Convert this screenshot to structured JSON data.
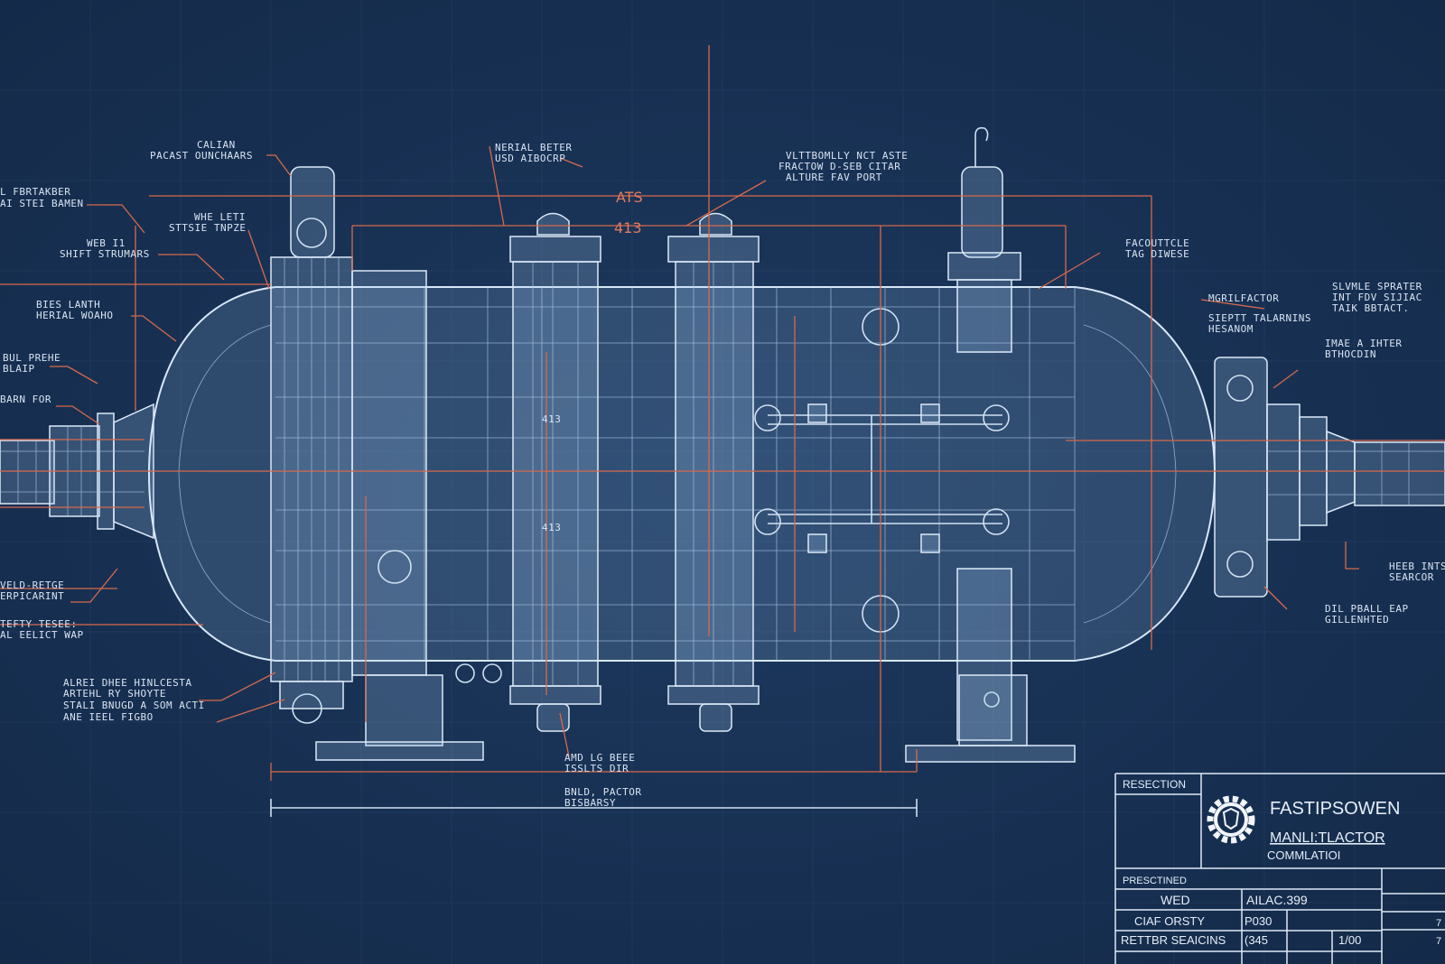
{
  "drawing": {
    "dimensions": {
      "top": "ATS",
      "second": "413",
      "mid_upper": "413",
      "mid_lower": "413"
    },
    "labels_left": [
      [
        "CALIAN",
        "PACAST OUNCHAARS"
      ],
      [
        "L FBRTAKBER",
        "AI STEI BAMEN"
      ],
      [
        "WHE LETI",
        "STTSIE TNPZE"
      ],
      [
        "WEB I1",
        "SHIFT STRUMARS"
      ],
      [
        "BIES LANTH",
        "HERIAL WOAHO"
      ],
      [
        "BUL PREHE",
        "BLAIP"
      ],
      [
        "BARN FOR"
      ],
      [
        "VELD-RETGE",
        "ERPICARINT"
      ],
      [
        "TEFTY TESEE:",
        "AL EELICT WAP"
      ],
      [
        "ALREI DHEE HINLCESTA",
        "ARTEHL RY SHOYTE",
        "STALI BNUGD A SOM ACTI",
        "ANE IEEL FIGBO"
      ]
    ],
    "labels_top": [
      [
        "NERIAL BETER",
        "USD AIBOCRP"
      ],
      [
        "VLTTBOMLLY NCT ASTE",
        "FRACTOW D-SEB CITAR",
        "ALTURE FAV PORT"
      ]
    ],
    "labels_right": [
      [
        "FACOUTTCLE",
        "TAG DIWESE"
      ],
      [
        "MGRILFACTOR"
      ],
      [
        "SLVMLE SPRATER",
        "INT FDV SIJIAC",
        "TAIK BBTACT."
      ],
      [
        "SIEPTT TALARNINS",
        "HESANOM"
      ],
      [
        "IMAE A IHTER",
        "BTHOCDIN"
      ],
      [
        "HEEB INTS",
        "SEARCOR"
      ],
      [
        "DIL PBALL EAP",
        "GILLENHTED"
      ]
    ],
    "labels_bottom": [
      [
        "AMD LG BEEE",
        "ISSLTS DIR"
      ],
      [
        "BNLD, PACTOR",
        "BISBARSY"
      ]
    ]
  },
  "title_block": {
    "section_label": "RESECTION",
    "company": "FASTIPSOWEN",
    "subtitle1": "MANLI:TLACTOR",
    "subtitle2": "COMMLATIOI",
    "prescribed_label": "PRESCTINED",
    "rows": [
      {
        "label": "WED",
        "value": "AILAC.399",
        "extra": ""
      },
      {
        "label": "CIAF ORSTY",
        "value": "P030",
        "extra": ""
      },
      {
        "label": "RETTBR SEAICINS",
        "value": "(345",
        "extra": "1/00"
      }
    ],
    "side_values": [
      "7",
      "7"
    ]
  },
  "colors": {
    "background": "#173052",
    "dimension": "#d8694b",
    "line": "#cfe0f2"
  }
}
